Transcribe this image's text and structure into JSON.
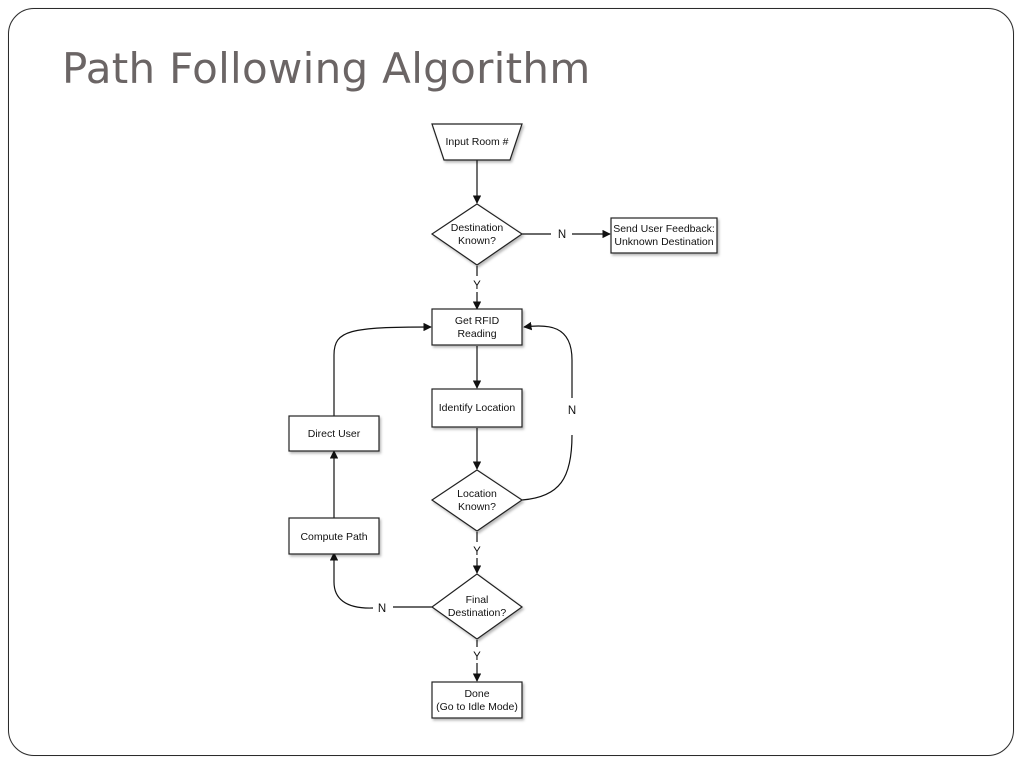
{
  "slide": {
    "title": "Path Following Algorithm"
  },
  "flowchart": {
    "nodes": {
      "input_room": {
        "line1": "Input Room #"
      },
      "destination_known": {
        "line1": "Destination",
        "line2": "Known?"
      },
      "send_feedback": {
        "line1": "Send User Feedback:",
        "line2": "Unknown Destination"
      },
      "get_rfid": {
        "line1": "Get RFID",
        "line2": "Reading"
      },
      "identify_location": {
        "line1": "Identify Location"
      },
      "location_known": {
        "line1": "Location",
        "line2": "Known?"
      },
      "final_destination": {
        "line1": "Final",
        "line2": "Destination?"
      },
      "done": {
        "line1": "Done",
        "line2": "(Go to Idle Mode)"
      },
      "direct_user": {
        "line1": "Direct User"
      },
      "compute_path": {
        "line1": "Compute Path"
      }
    },
    "edge_labels": {
      "destination_no": "N",
      "destination_yes": "Y",
      "location_no": "N",
      "location_yes": "Y",
      "final_no": "N",
      "final_yes": "Y"
    }
  }
}
